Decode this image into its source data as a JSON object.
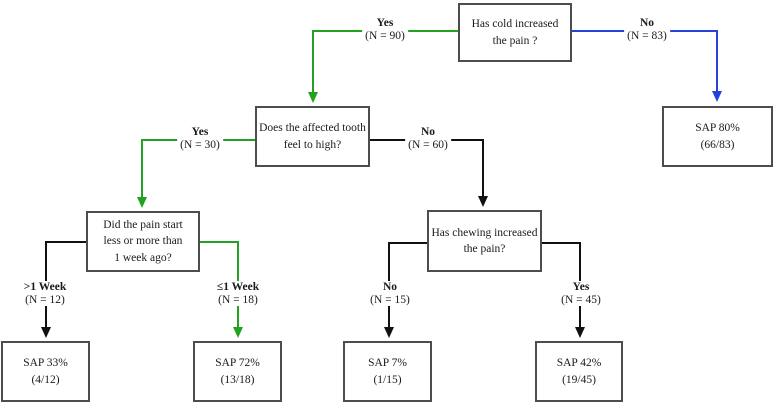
{
  "colors": {
    "green": "#22a122",
    "blue": "#2543dc",
    "black": "#111111",
    "box_border": "#4d4d4d"
  },
  "nodes": {
    "cold": {
      "text": "Has cold increased\nthe pain ?"
    },
    "tooth": {
      "text": "Does the affected tooth\nfeel to high?"
    },
    "week": {
      "text": "Did the pain start\nless or more than\n1 week ago?"
    },
    "chew": {
      "text": "Has chewing increased\nthe pain?"
    },
    "sap80": {
      "text": "SAP 80%\n(66/83)"
    },
    "sap33": {
      "text": "SAP 33%\n(4/12)"
    },
    "sap72": {
      "text": "SAP 72%\n(13/18)"
    },
    "sap7": {
      "text": "SAP 7%\n(1/15)"
    },
    "sap42": {
      "text": "SAP 42%\n(19/45)"
    }
  },
  "edges": {
    "cold_yes": {
      "label": "Yes",
      "count": "(N = 90)",
      "color": "green"
    },
    "cold_no": {
      "label": "No",
      "count": "(N = 83)",
      "color": "blue"
    },
    "tooth_yes": {
      "label": "Yes",
      "count": "(N = 30)",
      "color": "green"
    },
    "tooth_no": {
      "label": "No",
      "count": "(N = 60)",
      "color": "black"
    },
    "week_gt": {
      "label": ">1 Week",
      "count": "(N = 12)",
      "color": "black"
    },
    "week_le": {
      "label": "≤1 Week",
      "count": "(N = 18)",
      "color": "green"
    },
    "chew_no": {
      "label": "No",
      "count": "(N = 15)",
      "color": "black"
    },
    "chew_yes": {
      "label": "Yes",
      "count": "(N = 45)",
      "color": "black"
    }
  }
}
